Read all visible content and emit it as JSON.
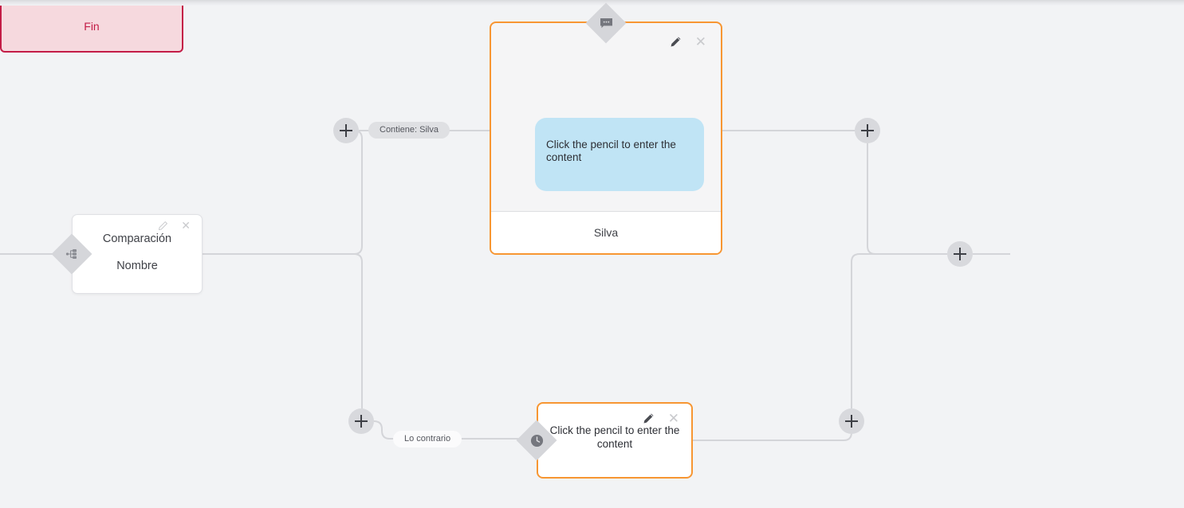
{
  "canvas": {
    "background": "#f2f3f5",
    "edge_color": "#d4d5d9",
    "accent_selected": "#f79632",
    "end_color": "#c31c46",
    "bubble_color": "#c0e4f5"
  },
  "nodes": {
    "comparison": {
      "name": "comparison-node",
      "title": "Comparación",
      "subtitle": "Nombre",
      "icon": "branch-icon",
      "edit_icon": "pencil-icon",
      "close_icon": "close-icon"
    },
    "message": {
      "name": "message-node",
      "icon": "chat-bubble-icon",
      "bubble_text": "Click the pencil to enter the content",
      "footer_label": "Silva",
      "edit_icon": "pencil-icon",
      "close_icon": "close-icon"
    },
    "wait": {
      "name": "wait-node",
      "icon": "clock-icon",
      "text": "Click the pencil to enter the content",
      "edit_icon": "pencil-icon",
      "close_icon": "close-icon"
    },
    "end": {
      "name": "end-node",
      "label": "Fin"
    }
  },
  "edge_labels": {
    "contains": "Contiene: Silva",
    "otherwise": "Lo contrario"
  },
  "add_buttons": [
    {
      "name": "add-node-button-branch-true",
      "icon": "plus-icon"
    },
    {
      "name": "add-node-button-branch-false",
      "icon": "plus-icon"
    },
    {
      "name": "add-node-button-after-message",
      "icon": "plus-icon"
    },
    {
      "name": "add-node-button-after-wait",
      "icon": "plus-icon"
    },
    {
      "name": "add-node-button-before-end",
      "icon": "plus-icon"
    }
  ]
}
